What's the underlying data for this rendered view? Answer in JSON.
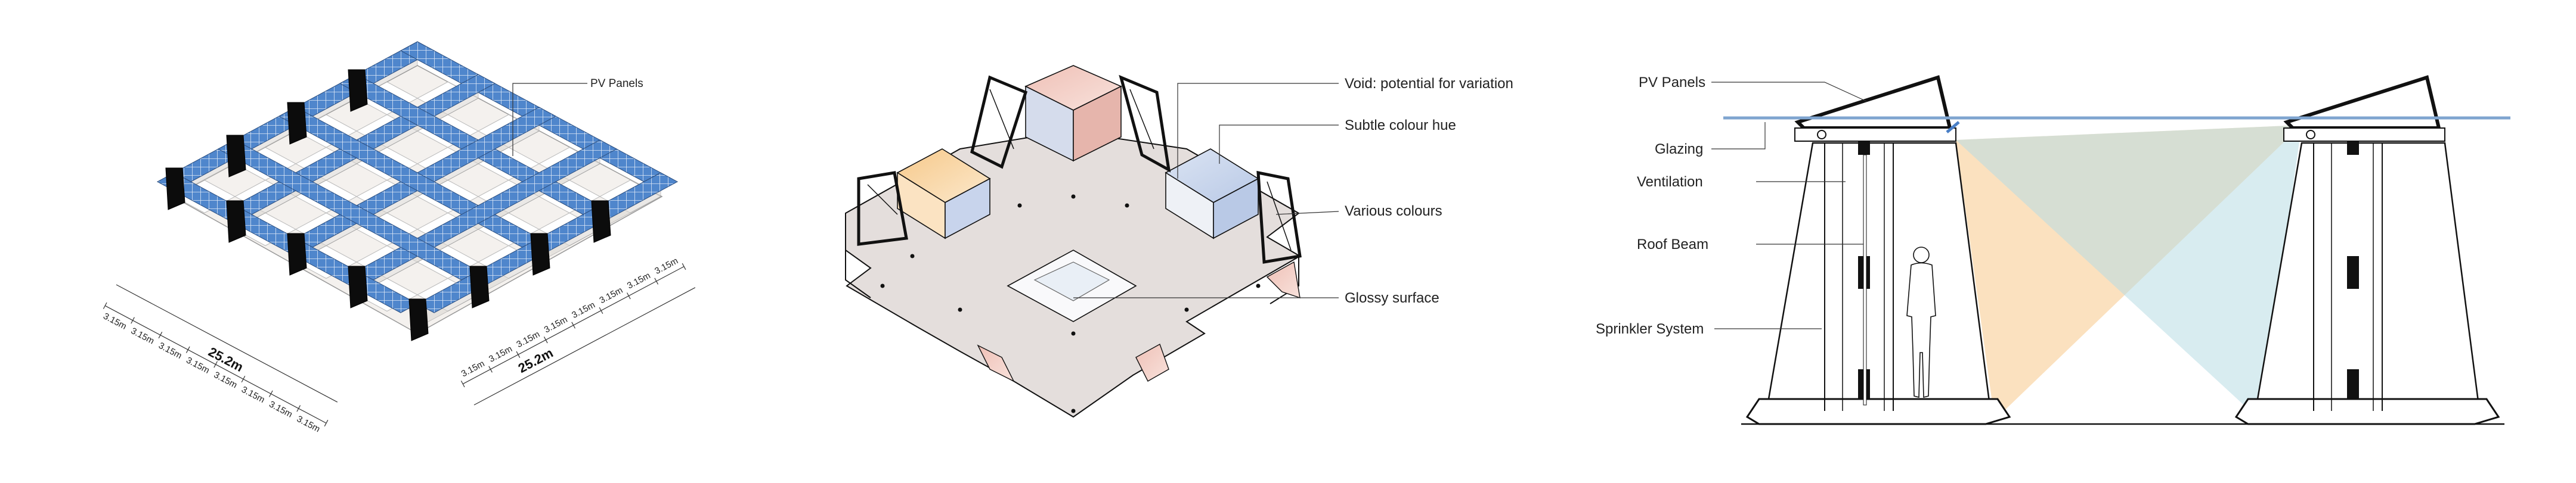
{
  "panel_left": {
    "annotation": "PV Panels",
    "dim_total_left": "25.2m",
    "dim_total_right": "25.2m",
    "dim_modules_left": [
      "3.15m",
      "3.15m",
      "3.15m",
      "3.15m",
      "3.15m",
      "3.15m",
      "3.15m",
      "3.15m"
    ],
    "dim_modules_right": [
      "3.15m",
      "3.15m",
      "3.15m",
      "3.15m",
      "3.15m",
      "3.15m",
      "3.15m",
      "3.15m"
    ]
  },
  "panel_middle": {
    "annotations": [
      "Void: potential for variation",
      "Subtle colour hue",
      "Various colours",
      "Glossy surface"
    ]
  },
  "panel_right": {
    "annotations": [
      "PV Panels",
      "Glazing",
      "Ventilation",
      "Roof Beam",
      "Sprinkler System"
    ]
  },
  "colors": {
    "pv_blue": "#4a7fc6",
    "warm_light": "#f7c98a",
    "cool_light": "#b8dde3",
    "pink_tint": "#e8b4ac",
    "glass_line": "#7fa5d0"
  }
}
